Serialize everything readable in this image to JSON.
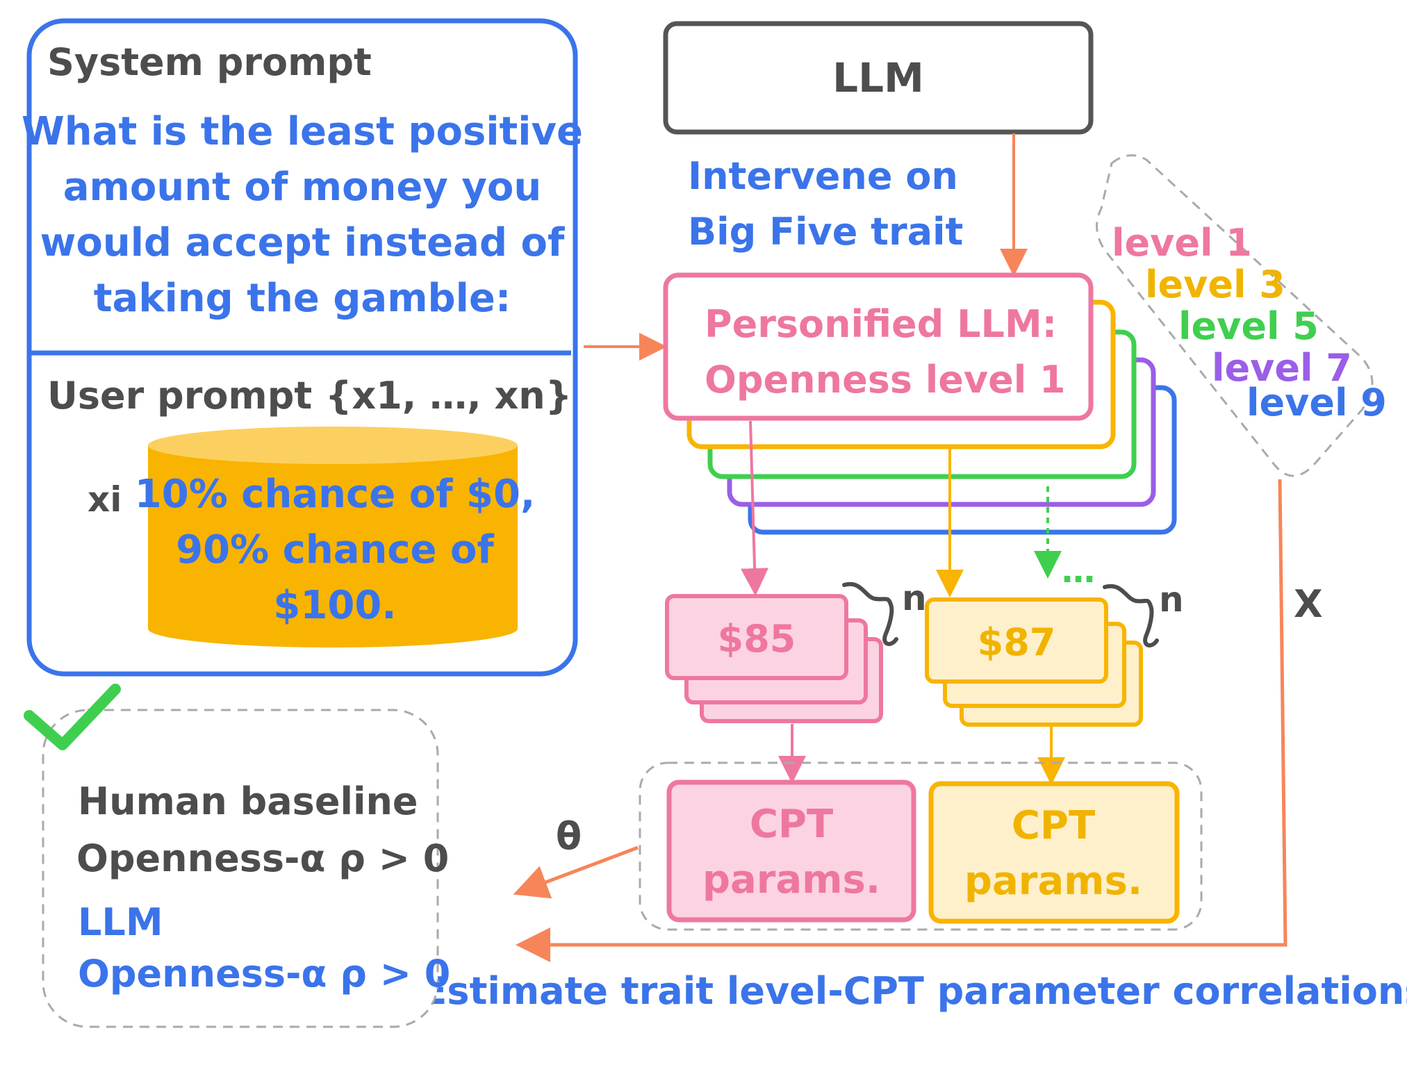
{
  "colors": {
    "blue": "#3b74ea",
    "gray": "#4d4d4d",
    "pink": "#ee77a0",
    "pink_fill": "#fcd3e2",
    "amber": "#f8b400",
    "amber_fill": "#fff0cc",
    "amber_label": "#f0b400",
    "green": "#3fcf4f",
    "purple": "#9b5ee8",
    "orange": "#f7855a",
    "dash": "#aaaaaa",
    "cyl_top": "#fcd060",
    "cyl_body": "#f8b400",
    "check": "#3fcf4f"
  },
  "system_prompt": {
    "title": "System prompt",
    "question_lines": [
      "What is the least positive",
      "amount of money you",
      "would accept instead of",
      "taking the gamble:"
    ]
  },
  "user_prompt": {
    "title": "User prompt {x1, …, xn}",
    "item_label": "xi",
    "gamble_lines": [
      "10% chance of $0,",
      "90% chance of",
      "$100."
    ]
  },
  "llm_box": {
    "label": "LLM"
  },
  "intervene": {
    "lines": [
      "Intervene on",
      "Big Five trait"
    ]
  },
  "persona": {
    "lines": [
      "Personified LLM:",
      "Openness level 1"
    ]
  },
  "levels": [
    {
      "label": "level 1",
      "color": "#ee77a0"
    },
    {
      "label": "level 3",
      "color": "#f0b400"
    },
    {
      "label": "level 5",
      "color": "#3fcf4f"
    },
    {
      "label": "level 7",
      "color": "#9b5ee8"
    },
    {
      "label": "level 9",
      "color": "#3b74ea"
    }
  ],
  "responses": {
    "pink_value": "$85",
    "amber_value": "$87",
    "brace_n": "n",
    "ellipsis": "…"
  },
  "cpt": {
    "lines": [
      "CPT",
      "params."
    ]
  },
  "theta": "θ",
  "x_label": "X",
  "estimate": "Estimate trait level-CPT parameter correlations",
  "baseline": {
    "human_title": "Human baseline",
    "human_result": "Openness-α ρ > 0",
    "llm_title": "LLM",
    "llm_result": "Openness-α ρ > 0"
  },
  "check_icon": "checkmark-icon"
}
